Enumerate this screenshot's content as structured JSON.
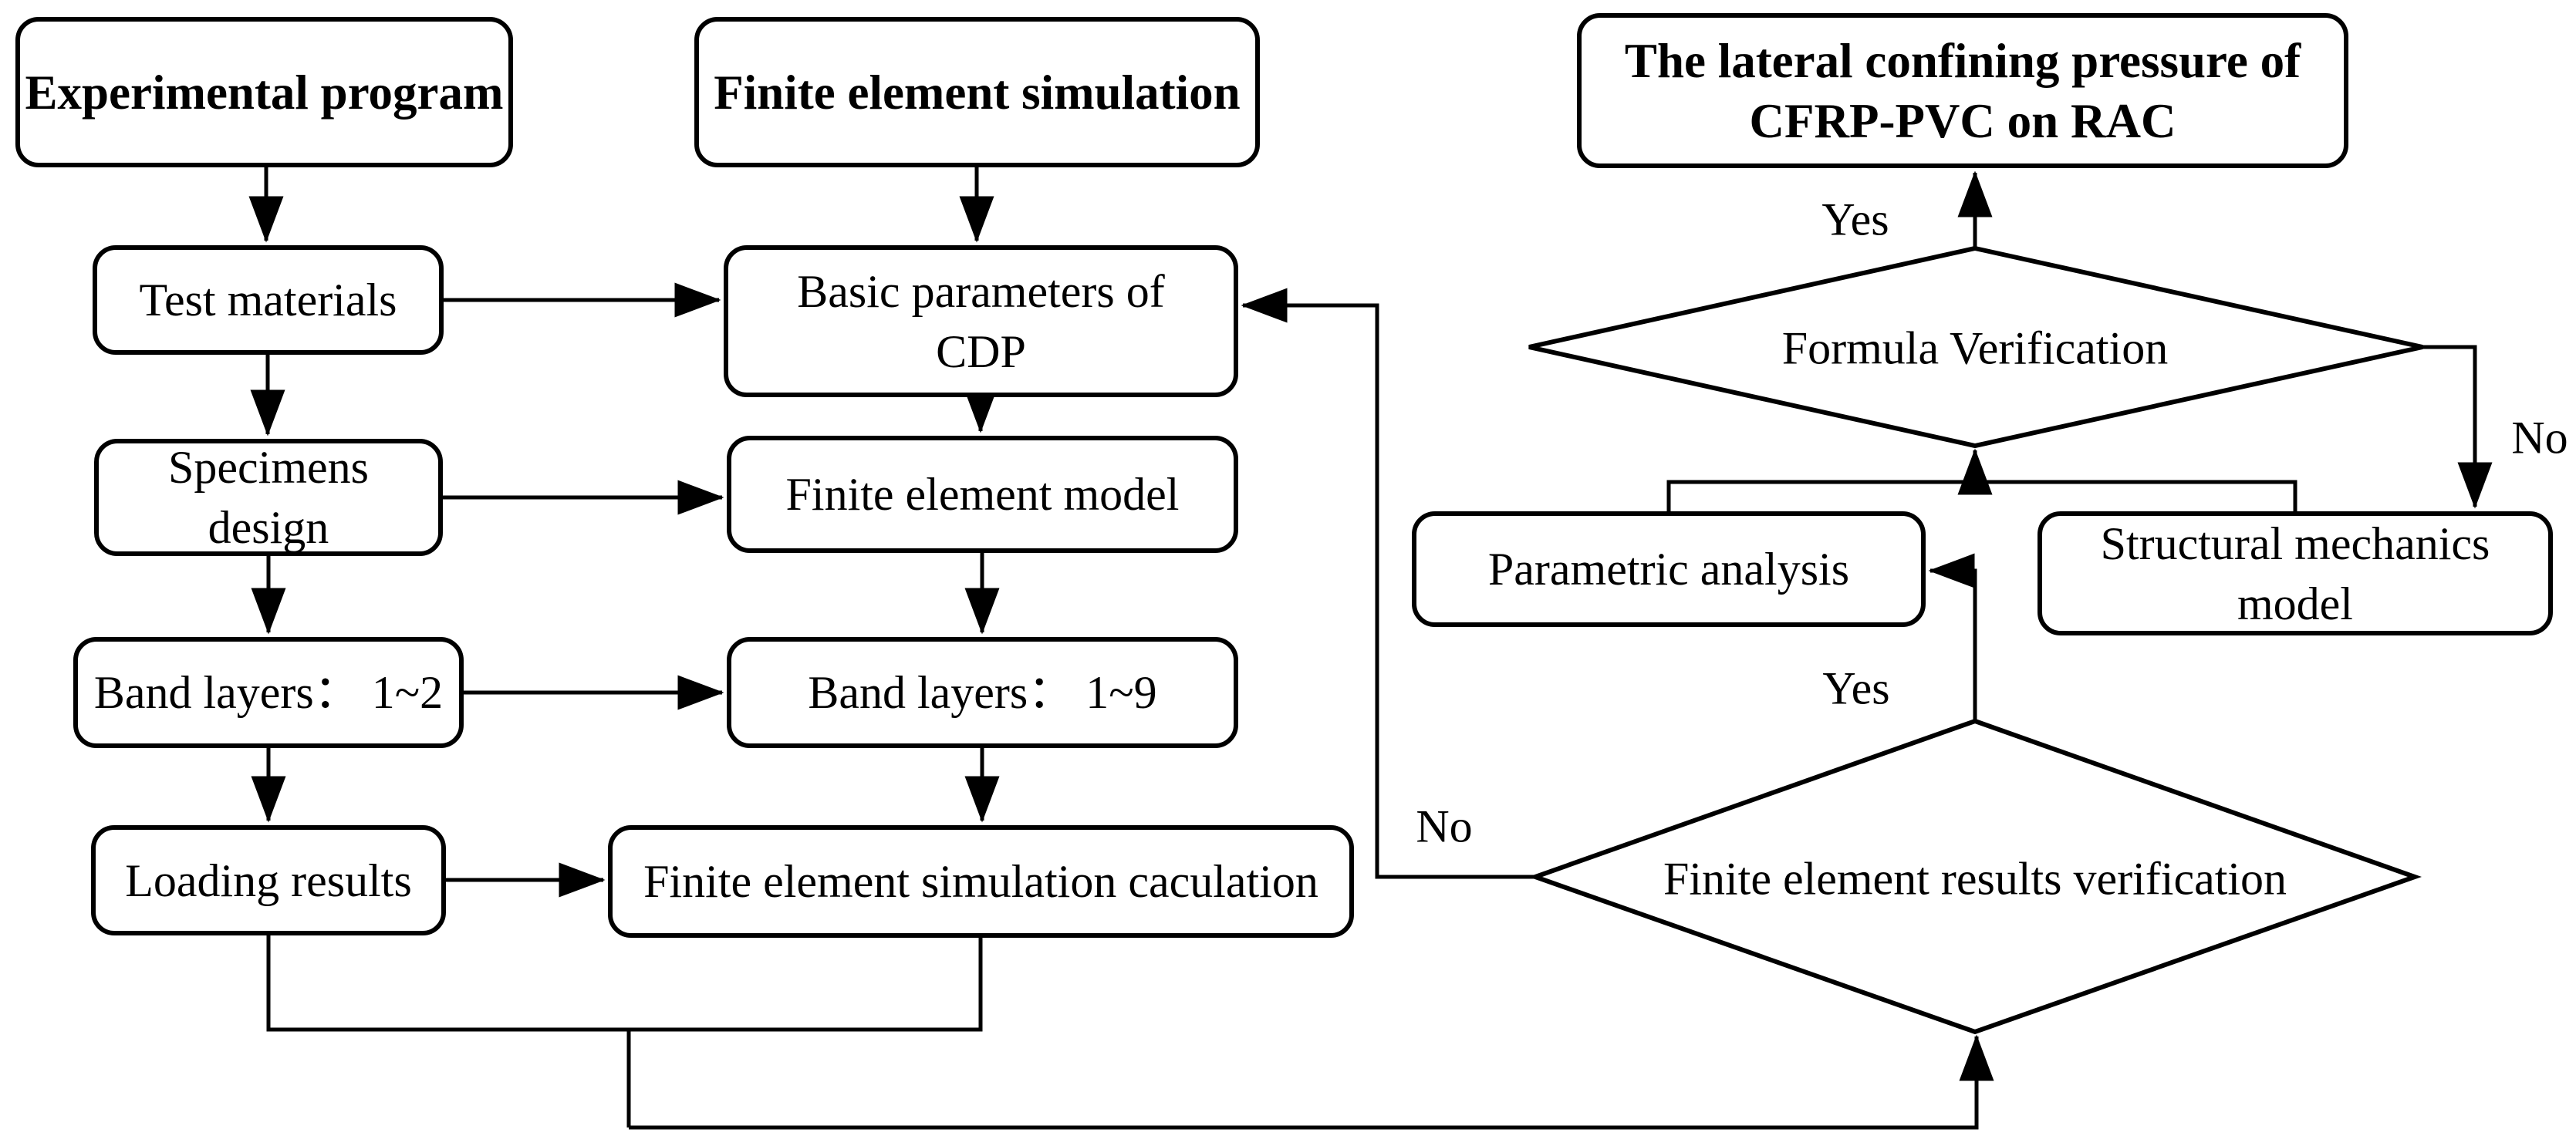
{
  "title": "Research flowchart: lateral confining pressure of CFRP-PVC on RAC",
  "colors": {
    "line": "#000000",
    "box_fill": "#ffffff",
    "text": "#000000",
    "background": "#ffffff"
  },
  "nodes": {
    "experimental_program": {
      "label": "Experimental program"
    },
    "test_materials": {
      "label": "Test materials"
    },
    "specimens_design": {
      "label": "Specimens\ndesign"
    },
    "band_layers_1_2": {
      "label": "Band layers： 1~2"
    },
    "loading_results": {
      "label": "Loading results"
    },
    "finite_element_simulation": {
      "label": "Finite element simulation"
    },
    "basic_parameters_of_cdp": {
      "label": "Basic parameters of\nCDP"
    },
    "finite_element_model": {
      "label": "Finite element model"
    },
    "band_layers_1_9": {
      "label": "Band layers： 1~9"
    },
    "fe_simulation_caculation": {
      "label": "Finite element simulation caculation"
    },
    "lateral_confining_pressure": {
      "label": "The lateral confining pressure of\nCFRP-PVC on RAC"
    },
    "formula_verification": {
      "label": "Formula Verification"
    },
    "parametric_analysis": {
      "label": "Parametric analysis"
    },
    "structural_mechanics_model": {
      "label": "Structural mechanics\nmodel"
    },
    "fe_results_verification": {
      "label": "Finite element results verification"
    }
  },
  "edge_labels": {
    "formula_yes": "Yes",
    "formula_no": "No",
    "fe_results_yes": "Yes",
    "fe_results_no": "No"
  }
}
